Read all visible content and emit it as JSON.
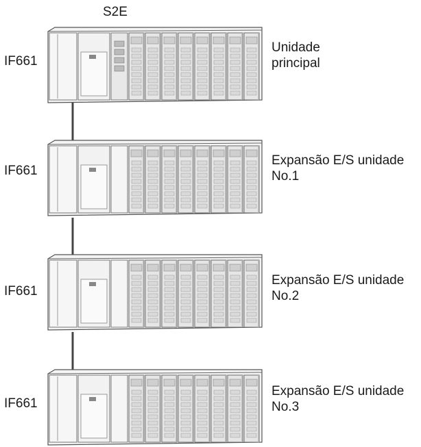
{
  "header": {
    "system_label": "S2E"
  },
  "units": [
    {
      "left_label": "IF661",
      "right_label_line1": "Unidade",
      "right_label_line2": "principal",
      "type": "main"
    },
    {
      "left_label": "IF661",
      "right_label_line1": "Expansão E/S unidade",
      "right_label_line2": "No.1",
      "type": "expansion"
    },
    {
      "left_label": "IF661",
      "right_label_line1": "Expansão E/S unidade",
      "right_label_line2": "No.2",
      "type": "expansion"
    },
    {
      "left_label": "IF661",
      "right_label_line1": "Expansão E/S unidade",
      "right_label_line2": "No.3",
      "type": "expansion"
    }
  ],
  "colors": {
    "line": "#333333",
    "module_fill": "#e6e6e6",
    "module_light": "#f4f4f4",
    "module_shadow": "#b9b9b9"
  }
}
